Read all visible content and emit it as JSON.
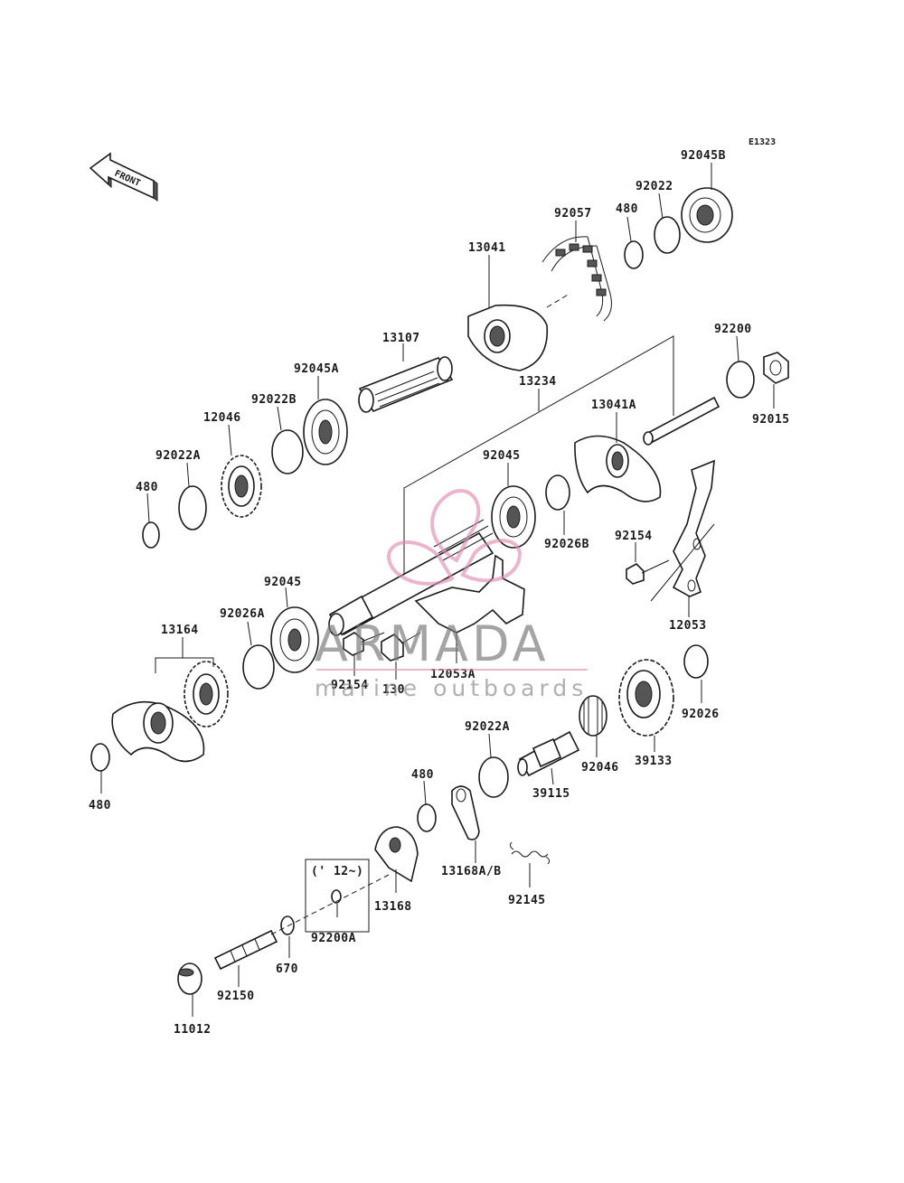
{
  "diagram": {
    "figure_code": "E1323",
    "front_arrow": "FRONT",
    "year_note": "(' 12~)",
    "labels": {
      "p92045B": "92045B",
      "p92022": "92022",
      "p480_top": "480",
      "p92057": "92057",
      "p13041": "13041",
      "p13107": "13107",
      "p92045A": "92045A",
      "p92022B": "92022B",
      "p12046": "12046",
      "p92022A_top": "92022A",
      "p480_left": "480",
      "p13234": "13234",
      "p92200": "92200",
      "p92015": "92015",
      "p13041A": "13041A",
      "p92045_mid": "92045",
      "p92026B": "92026B",
      "p92154_right": "92154",
      "p12053": "12053",
      "p92045_low": "92045",
      "p92026A": "92026A",
      "p13164": "13164",
      "p92154_low": "92154",
      "p130": "130",
      "p12053A": "12053A",
      "p92026": "92026",
      "p39133": "39133",
      "p92046": "92046",
      "p92022A_low": "92022A",
      "p39115": "39115",
      "p480_bottom": "480",
      "p480_mid": "480",
      "p13168AB": "13168A/B",
      "p92145": "92145",
      "p13168": "13168",
      "p92200A": "92200A",
      "p670": "670",
      "p92150": "92150",
      "p11012": "11012"
    }
  },
  "watermark": {
    "brand": "ARMADA",
    "tagline": "marine outboards",
    "color": "#e08bb0"
  }
}
